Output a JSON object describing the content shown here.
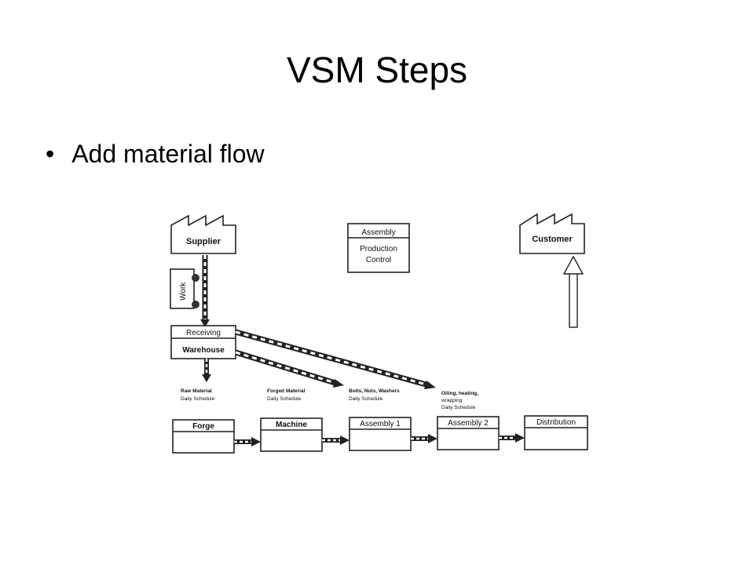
{
  "slide": {
    "title": "VSM Steps",
    "bullet": "Add material flow"
  },
  "diagram": {
    "supplier": "Supplier",
    "customer": "Customer",
    "control": {
      "top": "Assembly",
      "line1": "Production",
      "line2": "Control"
    },
    "work": "Work",
    "warehouse": {
      "top": "Receiving",
      "bottom": "Warehouse"
    },
    "schedules": [
      {
        "name": "Raw Material",
        "note": "Daily Schedule"
      },
      {
        "name": "Forged Material",
        "note": "Daily Schedule"
      },
      {
        "name": "Bolts, Nuts, Washers",
        "note": "Daily Schedule"
      },
      {
        "name": "Oiling, heating,",
        "name2": "wrapping",
        "note": "Daily Schedule"
      }
    ],
    "processes": [
      "Forge",
      "Machine",
      "Assembly 1",
      "Assembly 2",
      "Distribution"
    ]
  },
  "colors": {
    "ink": "#222222",
    "background": "#ffffff"
  }
}
